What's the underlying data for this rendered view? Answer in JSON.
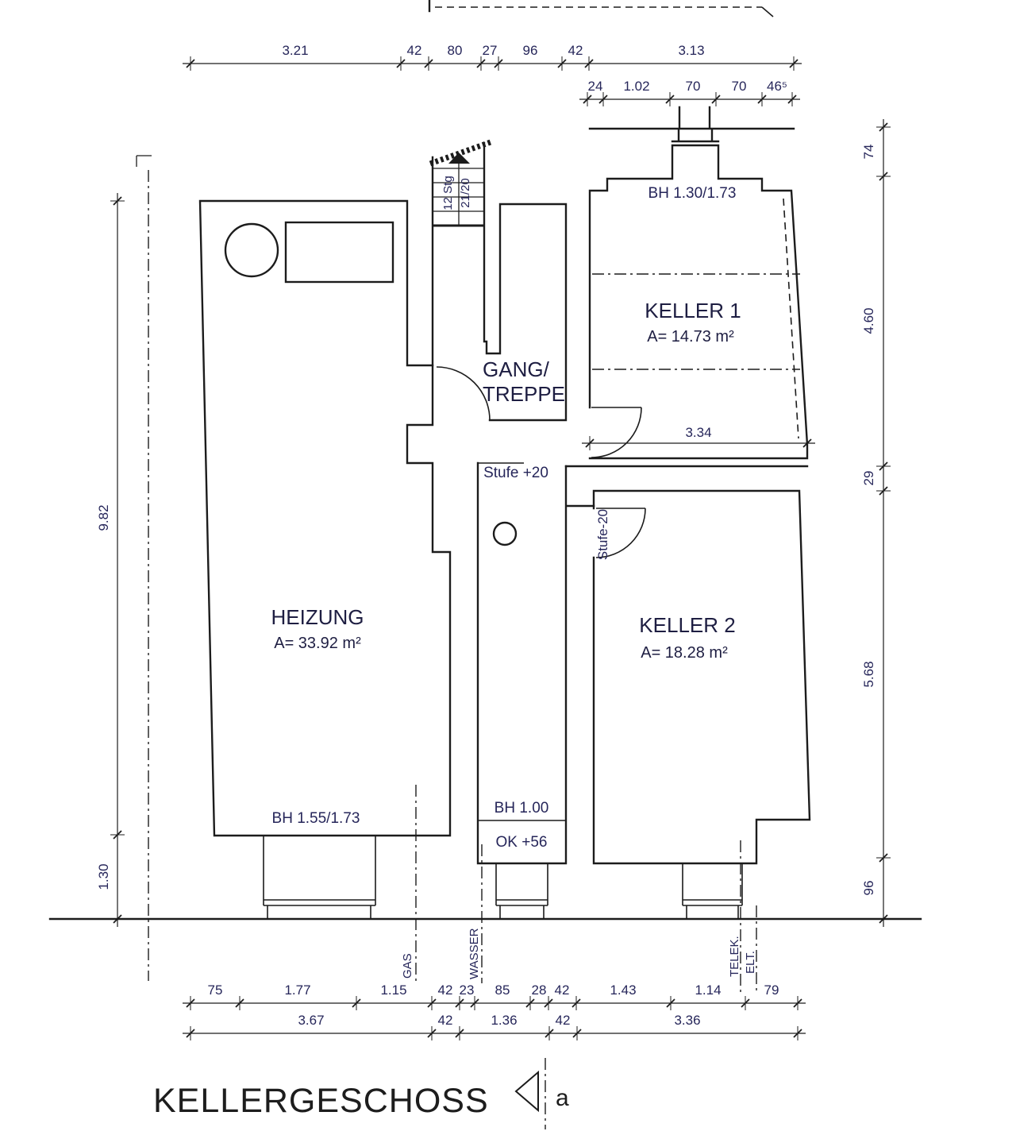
{
  "title": "KELLERGESCHOSS",
  "section_label": "a",
  "rooms": {
    "heizung": {
      "name": "HEIZUNG",
      "area": "A= 33.92 m²",
      "bh": "BH 1.55/1.73"
    },
    "gang_treppe": {
      "name_line1": "GANG/",
      "name_line2": "TREPPE",
      "bh": "BH 1.00",
      "ok": "OK +56",
      "stufe_up": "Stufe +20"
    },
    "keller1": {
      "name": "KELLER 1",
      "area": "A= 14.73 m²",
      "bh": "BH 1.30/1.73",
      "width_dim": "3.34"
    },
    "keller2": {
      "name": "KELLER 2",
      "area": "A= 18.28 m²",
      "stufe_down": "Stufe-20"
    }
  },
  "stairs": {
    "risers": "12 Stg",
    "ratio": "21/20"
  },
  "dimensions": {
    "top_row1": [
      "3.21",
      "42",
      "80",
      "27",
      "96",
      "42",
      "3.13"
    ],
    "top_row2": [
      "24",
      "1.02",
      "70",
      "70",
      "46⁵"
    ],
    "left": [
      "9.82",
      "1.30"
    ],
    "right": [
      "74",
      "4.60",
      "29",
      "5.68",
      "96"
    ],
    "bottom_row1": [
      "75",
      "1.77",
      "1.15",
      "42",
      "23",
      "85",
      "28",
      "42",
      "1.43",
      "1.14",
      "79"
    ],
    "bottom_row2": [
      "3.67",
      "42",
      "1.36",
      "42",
      "3.36"
    ]
  },
  "service_lines": [
    "GAS",
    "WASSER",
    "TELEK.",
    "ELT."
  ]
}
